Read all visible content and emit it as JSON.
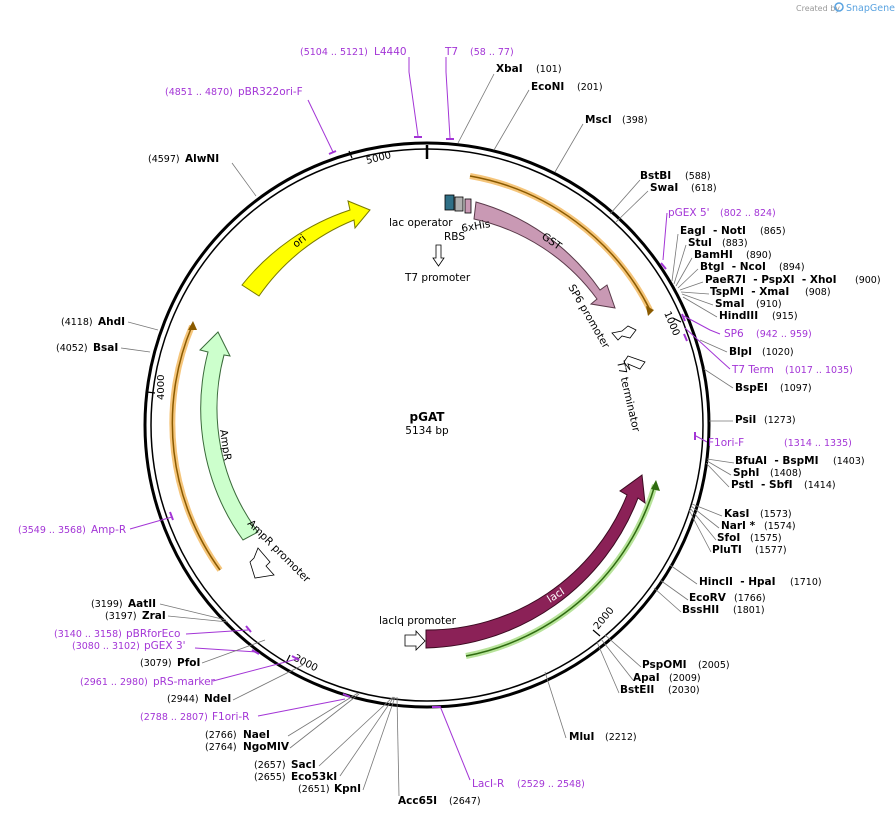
{
  "watermark": {
    "created_by": "Created by",
    "brand": "SnapGene"
  },
  "plasmid": {
    "name": "pGAT",
    "length_label": "5134 bp",
    "length": 5134
  },
  "ticks": [
    {
      "label": "1000",
      "bp": 1000
    },
    {
      "label": "2000",
      "bp": 2000
    },
    {
      "label": "3000",
      "bp": 3000
    },
    {
      "label": "4000",
      "bp": 4000
    },
    {
      "label": "5000",
      "bp": 5000
    }
  ],
  "enzymes": [
    {
      "name": "XbaI",
      "pos": "(101)"
    },
    {
      "name": "EcoNI",
      "pos": "(201)"
    },
    {
      "name": "MscI",
      "pos": "(398)"
    },
    {
      "name": "BstBI",
      "pos": "(588)"
    },
    {
      "name": "SwaI",
      "pos": "(618)"
    },
    {
      "name": "EagI  - NotI",
      "pos": "(865)"
    },
    {
      "name": "StuI",
      "pos": "(883)"
    },
    {
      "name": "BamHI",
      "pos": "(890)"
    },
    {
      "name": "BtgI  - NcoI",
      "pos": "(894)"
    },
    {
      "name": "PaeR7I  - PspXI  - XhoI",
      "pos": "(900)"
    },
    {
      "name": "TspMI  - XmaI",
      "pos": "(908)"
    },
    {
      "name": "SmaI",
      "pos": "(910)"
    },
    {
      "name": "HindIII",
      "pos": "(915)"
    },
    {
      "name": "BlpI",
      "pos": "(1020)"
    },
    {
      "name": "BspEI",
      "pos": "(1097)"
    },
    {
      "name": "PsiI",
      "pos": "(1273)"
    },
    {
      "name": "BfuAI  - BspMI",
      "pos": "(1403)"
    },
    {
      "name": "SphI",
      "pos": "(1408)"
    },
    {
      "name": "PstI  - SbfI",
      "pos": "(1414)"
    },
    {
      "name": "KasI",
      "pos": "(1573)"
    },
    {
      "name": "NarI *",
      "pos": "(1574)"
    },
    {
      "name": "SfoI",
      "pos": "(1575)"
    },
    {
      "name": "PluTI",
      "pos": "(1577)"
    },
    {
      "name": "HincII  - HpaI",
      "pos": "(1710)"
    },
    {
      "name": "EcoRV",
      "pos": "(1766)"
    },
    {
      "name": "BssHII",
      "pos": "(1801)"
    },
    {
      "name": "PspOMI",
      "pos": "(2005)"
    },
    {
      "name": "ApaI",
      "pos": "(2009)"
    },
    {
      "name": "BstEII",
      "pos": "(2030)"
    },
    {
      "name": "MluI",
      "pos": "(2212)"
    },
    {
      "name": "Acc65I",
      "pos": "(2647)"
    },
    {
      "name": "KpnI",
      "pos": "(2651)"
    },
    {
      "name": "Eco53kI",
      "pos": "(2655)"
    },
    {
      "name": "SacI",
      "pos": "(2657)"
    },
    {
      "name": "NgoMIV",
      "pos": "(2764)"
    },
    {
      "name": "NaeI",
      "pos": "(2766)"
    },
    {
      "name": "NdeI",
      "pos": "(2944)"
    },
    {
      "name": "PfoI",
      "pos": "(3079)"
    },
    {
      "name": "ZraI",
      "pos": "(3197)"
    },
    {
      "name": "AatII",
      "pos": "(3199)"
    },
    {
      "name": "BsaI",
      "pos": "(4052)"
    },
    {
      "name": "AhdI",
      "pos": "(4118)"
    },
    {
      "name": "AlwNI",
      "pos": "(4597)"
    }
  ],
  "primers": [
    {
      "name": "L4440",
      "pos": "(5104 .. 5121)"
    },
    {
      "name": "T7",
      "pos": "(58 .. 77)"
    },
    {
      "name": "pBR322ori-F",
      "pos": "(4851 .. 4870)"
    },
    {
      "name": "pGEX 5'",
      "pos": "(802 .. 824)"
    },
    {
      "name": "SP6",
      "pos": "(942 .. 959)"
    },
    {
      "name": "T7 Term",
      "pos": "(1017 .. 1035)"
    },
    {
      "name": "F1ori-F",
      "pos": "(1314 .. 1335)"
    },
    {
      "name": "LacI-R",
      "pos": "(2529 .. 2548)"
    },
    {
      "name": "F1ori-R",
      "pos": "(2788 .. 2807)"
    },
    {
      "name": "pRS-marker",
      "pos": "(2961 .. 2980)"
    },
    {
      "name": "pGEX 3'",
      "pos": "(3080 .. 3102)"
    },
    {
      "name": "pBRforEco",
      "pos": "(3140 .. 3158)"
    },
    {
      "name": "Amp-R",
      "pos": "(3549 .. 3568)"
    }
  ],
  "features": {
    "ori": "ori",
    "gst": "GST",
    "ampr": "AmpR",
    "ampr_promoter": "AmpR promoter",
    "laci": "lacI",
    "laciq_promoter": "lacIq promoter",
    "lac_operator": "lac operator",
    "rbs": "RBS",
    "his": "6xHis",
    "t7_promoter": "T7 promoter",
    "sp6_promoter": "SP6 promoter",
    "t7_terminator": "T7 terminator"
  },
  "colors": {
    "primer": "#a335d6",
    "ori": "#ffff00",
    "gst": "#c999b4",
    "ampr": "#ccffcc",
    "laci": "#8b2157",
    "orange_primer_band": "#f5a623",
    "green_primer_band": "#4a9a1a"
  }
}
